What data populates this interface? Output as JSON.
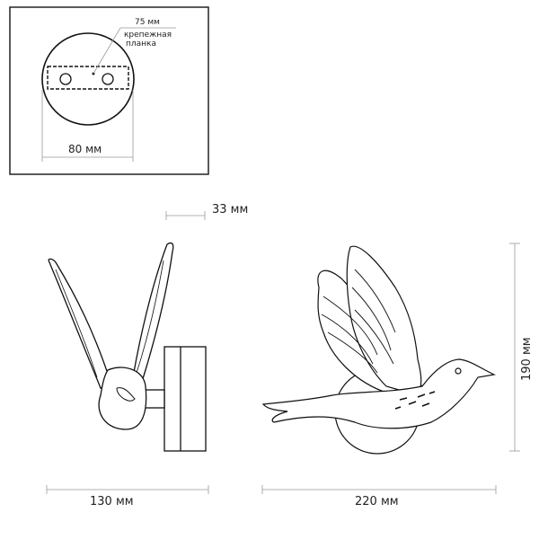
{
  "mounting_view": {
    "plate_length": "75 мм",
    "plate_label_line1": "крепежная",
    "plate_label_line2": "планка",
    "base_diameter": "80 мм"
  },
  "dimensions": {
    "arm_offset": "33 мм",
    "depth": "130 мм",
    "width": "220 мм",
    "height": "190 мм"
  },
  "colors": {
    "line": "#111111",
    "dimension_line": "#999999"
  }
}
